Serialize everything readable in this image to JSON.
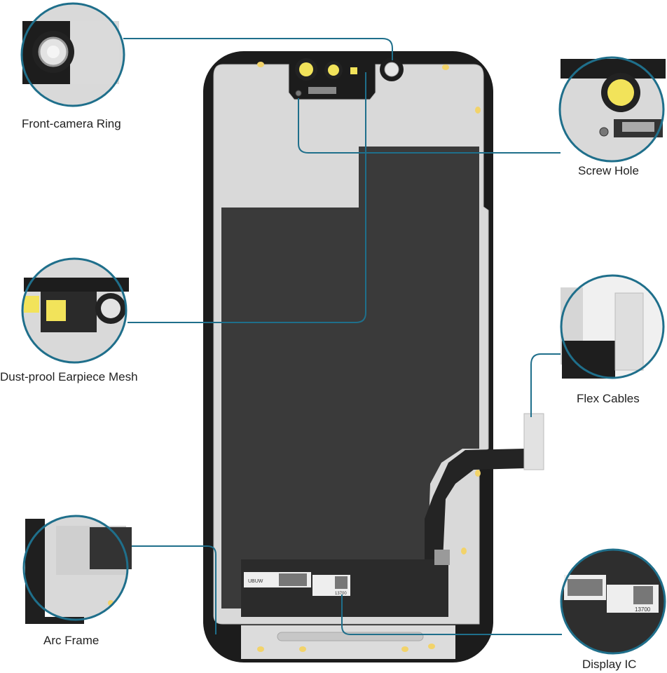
{
  "colors": {
    "leader_line": "#1f6f8b",
    "frame_black": "#1c1c1c",
    "backplate_silver": "#d7d7d7",
    "shield_dark": "#3b3b3b",
    "yellow_pad": "#f2d36a"
  },
  "callouts": {
    "front_camera_ring": "Front-camera Ring",
    "screw_hole": "Screw Hole",
    "earpiece_mesh": "Dust-prool Earpiece Mesh",
    "flex_cables": "Flex Cables",
    "arc_frame": "Arc Frame",
    "display_ic": "Display IC"
  },
  "stickers": {
    "sticker_a": "UBUW",
    "sticker_b": "13700",
    "ic_sticker": "13700"
  }
}
